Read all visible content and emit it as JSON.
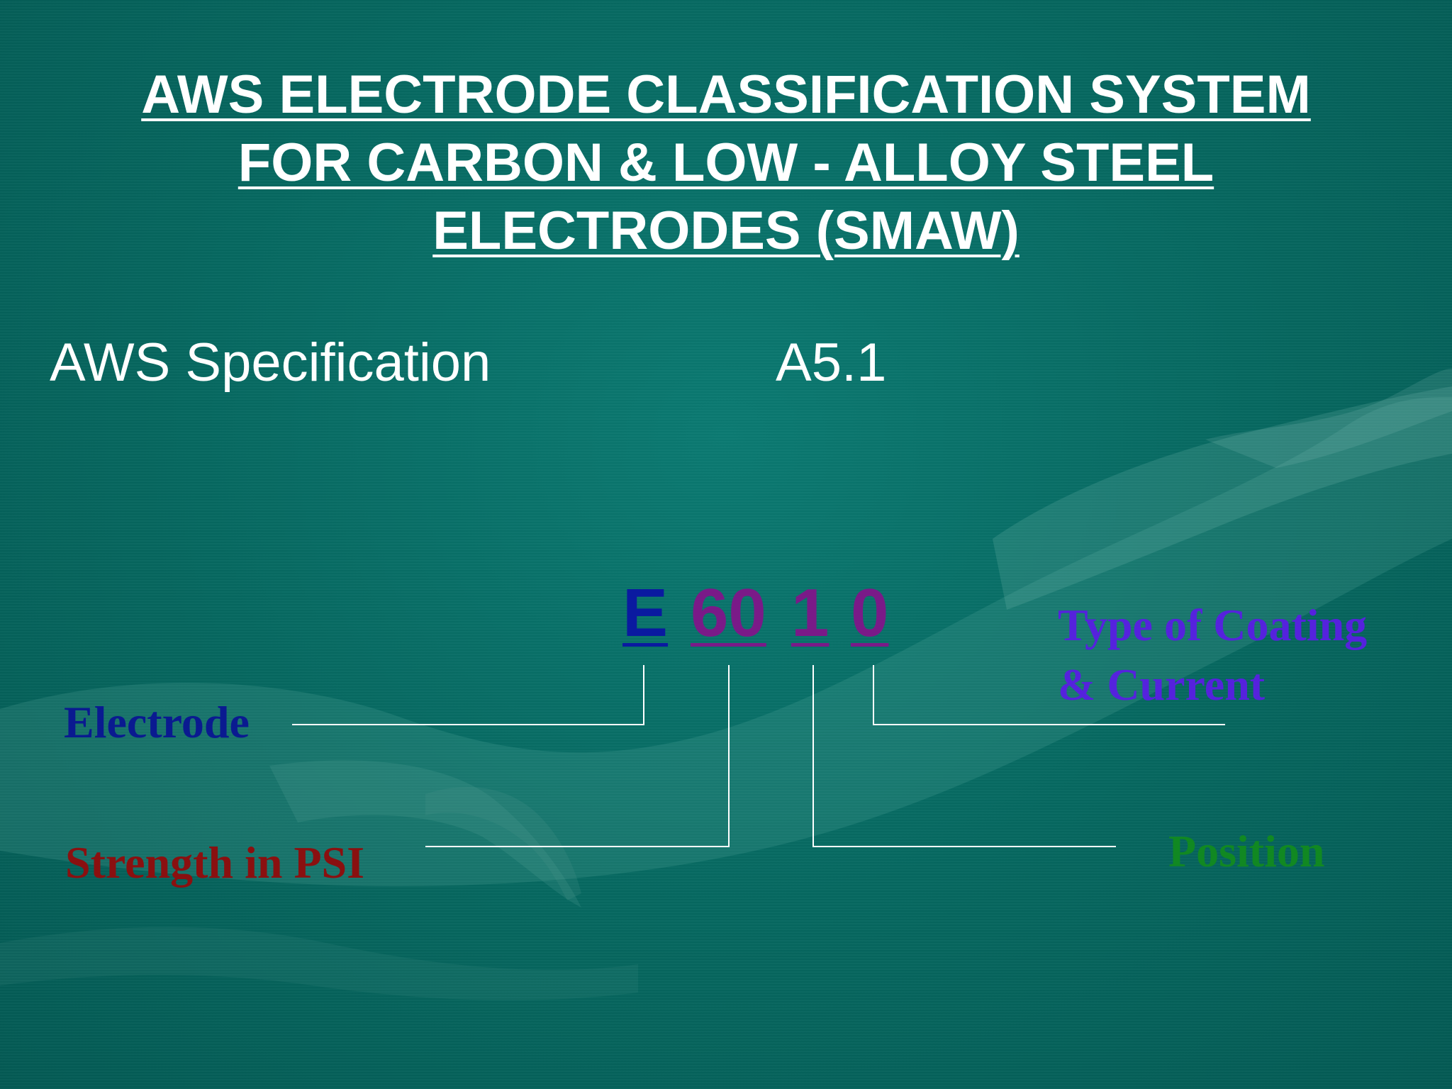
{
  "slide": {
    "title": {
      "lead": " ",
      "line1": "AWS ELECTRODE CLASSIFICATION SYSTEM",
      "line2": "FOR CARBON & LOW - ALLOY STEEL",
      "line3": "ELECTRODES (SMAW)"
    },
    "specification": {
      "label": "AWS Specification",
      "value": "A5.1"
    },
    "code": {
      "part_e": "E",
      "part_60": "60",
      "part_1": "1",
      "part_0": "0"
    },
    "labels": {
      "electrode": "Electrode",
      "strength": "Strength in PSI",
      "coating_line1": "Type of Coating",
      "coating_line2": "& Current",
      "position": "Position"
    },
    "colors": {
      "background": "#06675f",
      "title_text": "#ffffff",
      "electrode": "#0a1a90",
      "strength": "#8a1010",
      "coating": "#5522dd",
      "position": "#118822",
      "code_digits": "#7a1a88",
      "code_letter": "#0a1aa0",
      "connector_lines": "#ffffff"
    }
  }
}
